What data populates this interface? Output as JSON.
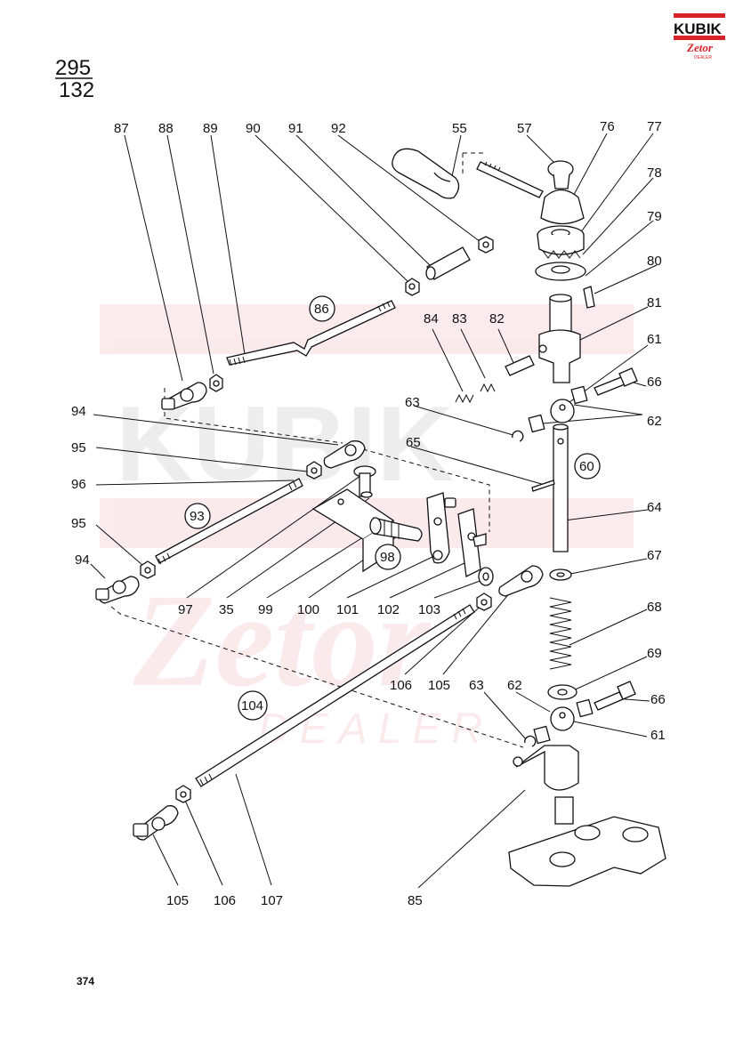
{
  "sheet": {
    "ref_numerator": "295",
    "ref_denominator": "132",
    "page_number": "374"
  },
  "logo": {
    "brand": "KUBIK",
    "sub": "Zetor",
    "tag": "DEALER",
    "color": "#d8232a"
  },
  "watermark": {
    "brand": "KUBIK",
    "sub": "Zetor",
    "tag": "DEALER"
  },
  "callouts": [
    "87",
    "88",
    "89",
    "90",
    "91",
    "92",
    "55",
    "57",
    "76",
    "77",
    "78",
    "79",
    "80",
    "81",
    "61",
    "66",
    "62",
    "84",
    "83",
    "82",
    "63",
    "94",
    "65",
    "95",
    "96",
    "95",
    "94",
    "97",
    "35",
    "99",
    "100",
    "101",
    "102",
    "103",
    "64",
    "67",
    "68",
    "69",
    "66",
    "61",
    "63",
    "62",
    "106",
    "105",
    "105",
    "106",
    "107",
    "85"
  ],
  "circled": [
    "86",
    "60",
    "93",
    "98",
    "104"
  ]
}
